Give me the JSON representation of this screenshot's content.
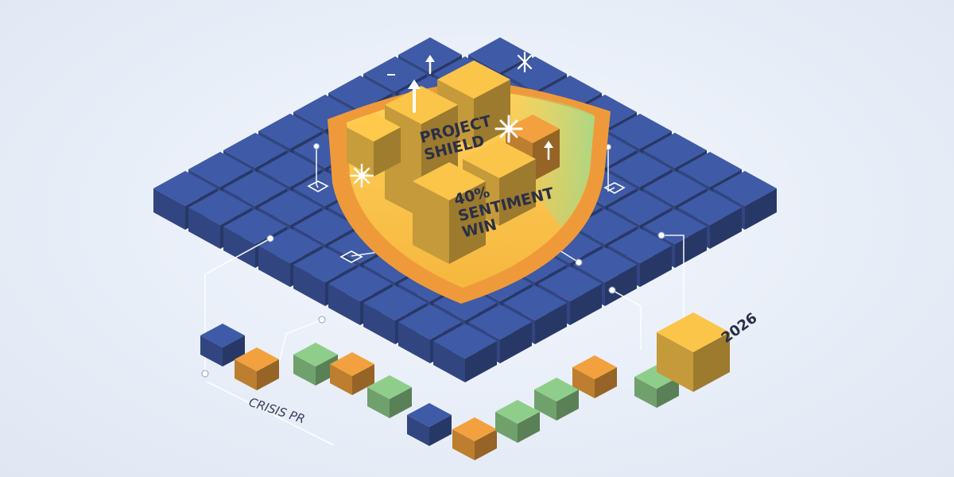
{
  "shield": {
    "title_line1": "PROJECT",
    "title_line2": "SHIELD",
    "stat_line1": "40%",
    "stat_line2": "SENTIMENT",
    "stat_line3": "WIN"
  },
  "path": {
    "start_label": "CRISIS PR",
    "end_label": "2026"
  },
  "colors": {
    "navy": "#3f5aa6",
    "orange": "#f2a13e",
    "yellow": "#fbc54a",
    "green": "#8fce8a",
    "background": "#e8eef8"
  }
}
